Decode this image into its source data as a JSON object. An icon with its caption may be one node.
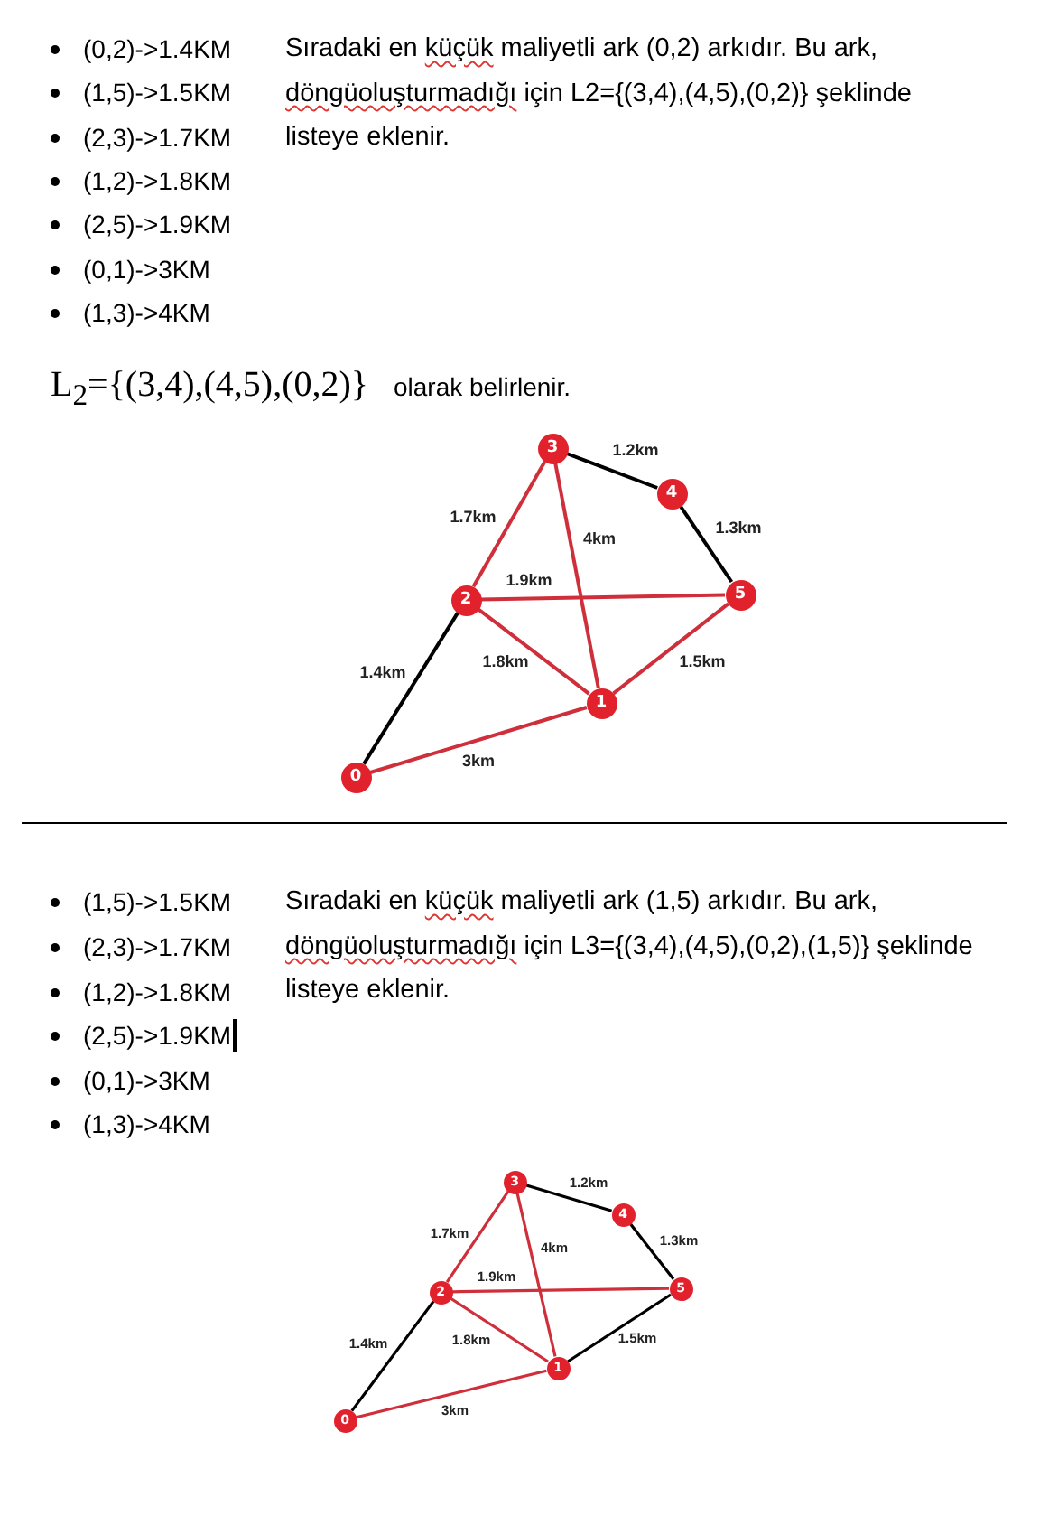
{
  "diagram": {
    "nodes": [
      {
        "text": [
          "3"
        ]
      },
      {
        "text": [
          "4"
        ]
      },
      {
        "text": [
          "2"
        ]
      },
      {
        "text": [
          "5"
        ]
      },
      {
        "text": [
          "1"
        ]
      },
      {
        "text": [
          "0"
        ]
      },
      {
        "text": [
          "3"
        ]
      },
      {
        "text": [
          "4"
        ]
      },
      {
        "text": [
          "2"
        ]
      },
      {
        "text": [
          "5"
        ]
      },
      {
        "text": [
          "1"
        ]
      },
      {
        "text": [
          "0"
        ]
      }
    ],
    "edges": [
      {
        "from": 0,
        "to": 1,
        "arrow": "none",
        "label": "1.2km",
        "color": "#000000"
      },
      {
        "from": 1,
        "to": 3,
        "arrow": "none",
        "label": "1.3km",
        "color": "#000000"
      },
      {
        "from": 0,
        "to": 2,
        "arrow": "none",
        "label": "1.7km"
      },
      {
        "from": 0,
        "to": 4,
        "arrow": "none",
        "label": "4km"
      },
      {
        "from": 2,
        "to": 3,
        "arrow": "none",
        "label": "1.9km"
      },
      {
        "from": 2,
        "to": 4,
        "arrow": "none",
        "label": "1.8km"
      },
      {
        "from": 3,
        "to": 4,
        "arrow": "none",
        "label": "1.5km"
      },
      {
        "from": 2,
        "to": 5,
        "arrow": "none",
        "label": "1.4km",
        "color": "#000000"
      },
      {
        "from": 5,
        "to": 4,
        "arrow": "none",
        "label": "3km"
      },
      {
        "from": 6,
        "to": 7,
        "arrow": "none",
        "label": "1.2km",
        "color": "#000000"
      },
      {
        "from": 7,
        "to": 9,
        "arrow": "none",
        "label": "1.3km",
        "color": "#000000"
      },
      {
        "from": 6,
        "to": 8,
        "arrow": "none",
        "label": "1.7km"
      },
      {
        "from": 6,
        "to": 10,
        "arrow": "none",
        "label": "4km"
      },
      {
        "from": 8,
        "to": 9,
        "arrow": "none",
        "label": "1.9km"
      },
      {
        "from": 8,
        "to": 10,
        "arrow": "none",
        "label": "1.8km"
      },
      {
        "from": 9,
        "to": 10,
        "arrow": "none",
        "label": "1.5km",
        "color": "#000000"
      },
      {
        "from": 8,
        "to": 11,
        "arrow": "none",
        "label": "1.4km",
        "color": "#000000"
      },
      {
        "from": 11,
        "to": 10,
        "arrow": "none",
        "label": "3km"
      }
    ],
    "labels": [
      "(0,2)->1.4KM",
      "Sıradaki en küçük maliyetli ark (0,2) arkıdır. Bu ark, döngüoluşturmadığı için L2={(3,4),(4,5),(0,2)} şeklinde listeye eklenir.",
      "(1,5)->1.5KM",
      "(2,3)->1.7KM",
      "(1,2)->1.8KM",
      "(2,5)->1.9KM",
      "(0,1)->3KM",
      "(1,3)->4KM",
      "L$_{2}$={(3,4),(4,5),(0,2)}",
      "olarak belirlenir.",
      "(1,5)->1.5KM",
      "Sıradaki en küçük maliyetli ark (1,5) arkıdır. Bu ark, döngüoluşturmadığı için L3={(3,4),(4,5),(0,2),(1,5)} şeklinde listeye eklenir.",
      "(2,3)->1.7KM",
      "(1,2)->1.8KM",
      "(2,5)->1.9KM",
      "(0,1)->3KM",
      "(1,3)->4KM"
    ]
  }
}
